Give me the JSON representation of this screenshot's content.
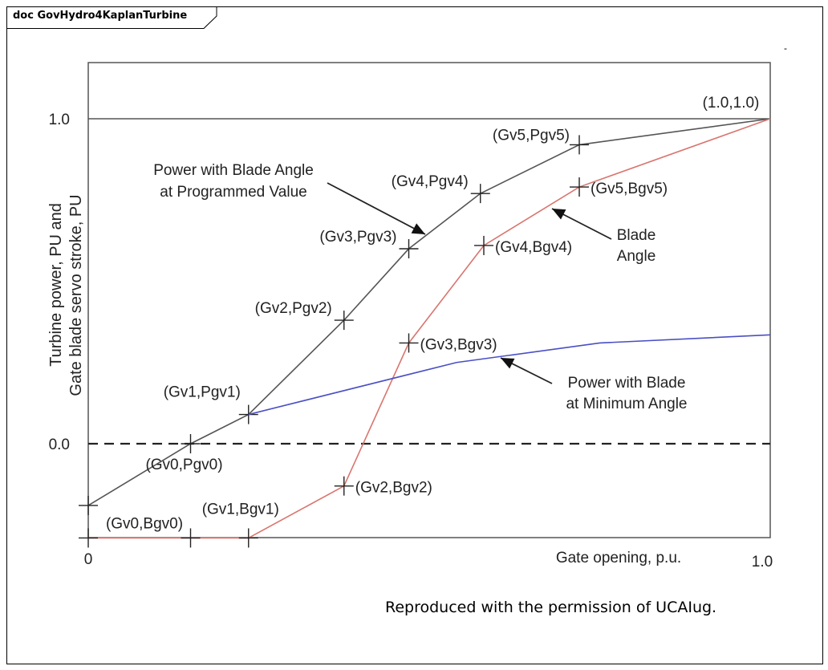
{
  "frame": {
    "title": "doc GovHydro4KaplanTurbine",
    "corner_mark": "-"
  },
  "chart_data": {
    "type": "line",
    "ylabel_line1": "Turbine power, PU and",
    "ylabel_line2": "Gate blade servo stroke, PU",
    "xlabel": "Gate opening, p.u.",
    "x_ticks": [
      "0",
      "1.0"
    ],
    "y_ticks": [
      "1.0",
      "0.0"
    ],
    "xlim": [
      0,
      1.0
    ],
    "ylim": [
      -0.3,
      1.18
    ],
    "end_label": "(1.0,1.0)",
    "series": [
      {
        "key": "power_programmed",
        "color": "#555555",
        "points": [
          {
            "x": 0.0,
            "y": -0.19
          },
          {
            "x": 0.15,
            "y": 0.0,
            "label": "(Gv0,Pgv0)",
            "anchor": "below"
          },
          {
            "x": 0.235,
            "y": 0.09,
            "label": "(Gv1,Pgv1)",
            "anchor": "above-left"
          },
          {
            "x": 0.375,
            "y": 0.38,
            "label": "(Gv2,Pgv2)",
            "anchor": "left"
          },
          {
            "x": 0.47,
            "y": 0.6,
            "label": "(Gv3,Pgv3)",
            "anchor": "left"
          },
          {
            "x": 0.575,
            "y": 0.77,
            "label": "(Gv4,Pgv4)",
            "anchor": "left"
          },
          {
            "x": 0.72,
            "y": 0.92,
            "label": "(Gv5,Pgv5)",
            "anchor": "left"
          },
          {
            "x": 1.0,
            "y": 1.0
          }
        ]
      },
      {
        "key": "blade_angle",
        "color": "#d9756f",
        "points": [
          {
            "x": 0.0,
            "y": -0.29,
            "label": "(Gv0,Bgv0)",
            "anchor": "above"
          },
          {
            "x": 0.15,
            "y": -0.29
          },
          {
            "x": 0.235,
            "y": -0.29,
            "label": "(Gv1,Bgv1)",
            "anchor": "above"
          },
          {
            "x": 0.375,
            "y": -0.13,
            "label": "(Gv2,Bgv2)",
            "anchor": "right"
          },
          {
            "x": 0.47,
            "y": 0.31,
            "label": "(Gv3,Bgv3)",
            "anchor": "right"
          },
          {
            "x": 0.58,
            "y": 0.61,
            "label": "(Gv4,Bgv4)",
            "anchor": "right"
          },
          {
            "x": 0.72,
            "y": 0.79,
            "label": "(Gv5,Bgv5)",
            "anchor": "right"
          },
          {
            "x": 1.0,
            "y": 1.0
          }
        ]
      },
      {
        "key": "power_min_blade",
        "color": "#4a4fc4",
        "points": [
          {
            "x": 0.235,
            "y": 0.09
          },
          {
            "x": 0.54,
            "y": 0.25
          },
          {
            "x": 0.75,
            "y": 0.31
          },
          {
            "x": 1.0,
            "y": 0.335
          }
        ]
      }
    ],
    "annotations": [
      {
        "key": "ann_programmed",
        "lines": [
          "Power with Blade Angle",
          "at Programmed Value"
        ]
      },
      {
        "key": "ann_blade",
        "lines": [
          "Blade",
          "Angle"
        ]
      },
      {
        "key": "ann_min",
        "lines": [
          "Power with Blade",
          "at Minimum Angle"
        ]
      }
    ]
  },
  "caption": "Reproduced with the permission of UCAIug."
}
